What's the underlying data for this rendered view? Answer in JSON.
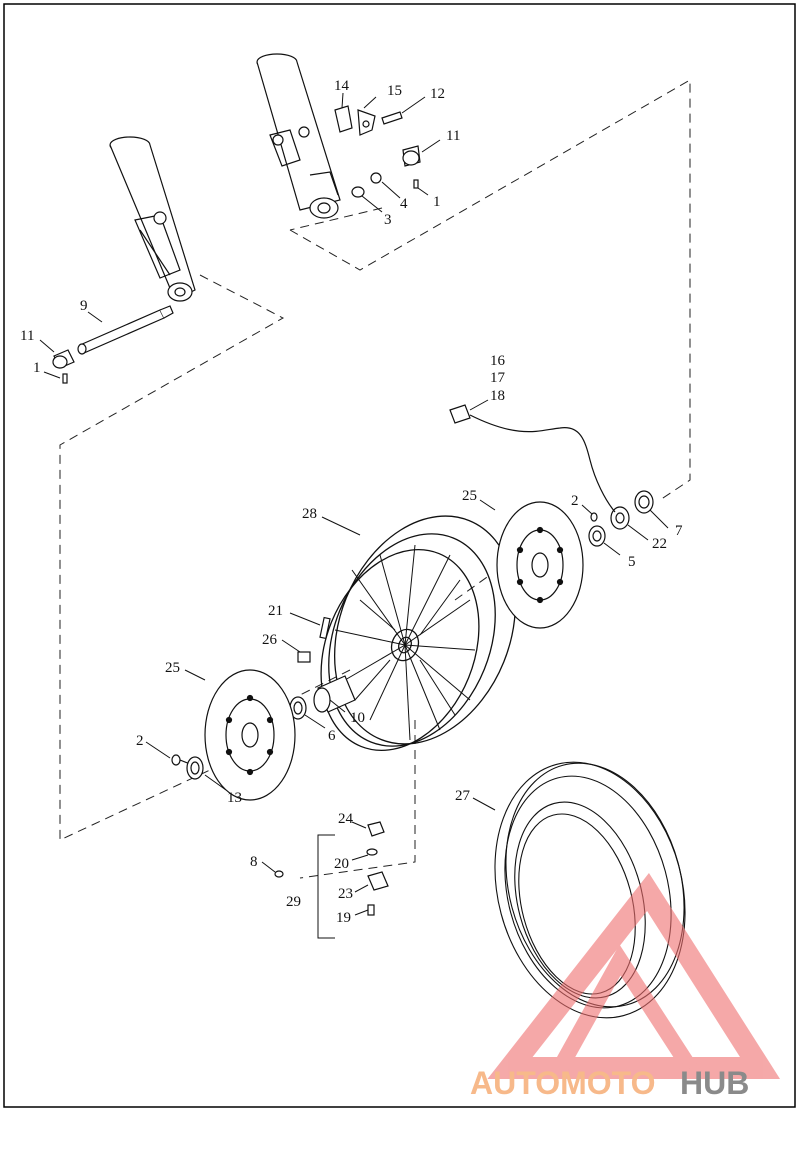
{
  "diagram": {
    "callouts": [
      {
        "id": "c14",
        "text": "14"
      },
      {
        "id": "c15",
        "text": "15"
      },
      {
        "id": "c12",
        "text": "12"
      },
      {
        "id": "c11a",
        "text": "11"
      },
      {
        "id": "c4",
        "text": "4"
      },
      {
        "id": "c1a",
        "text": "1"
      },
      {
        "id": "c3",
        "text": "3"
      },
      {
        "id": "c9",
        "text": "9"
      },
      {
        "id": "c11b",
        "text": "11"
      },
      {
        "id": "c1b",
        "text": "1"
      },
      {
        "id": "c16",
        "text": "16"
      },
      {
        "id": "c17",
        "text": "17"
      },
      {
        "id": "c18",
        "text": "18"
      },
      {
        "id": "c25a",
        "text": "25"
      },
      {
        "id": "c2a",
        "text": "2"
      },
      {
        "id": "c28",
        "text": "28"
      },
      {
        "id": "c7",
        "text": "7"
      },
      {
        "id": "c22",
        "text": "22"
      },
      {
        "id": "c5",
        "text": "5"
      },
      {
        "id": "c21",
        "text": "21"
      },
      {
        "id": "c26",
        "text": "26"
      },
      {
        "id": "c25b",
        "text": "25"
      },
      {
        "id": "c10",
        "text": "10"
      },
      {
        "id": "c6",
        "text": "6"
      },
      {
        "id": "c2b",
        "text": "2"
      },
      {
        "id": "c13",
        "text": "13"
      },
      {
        "id": "c27",
        "text": "27"
      },
      {
        "id": "c24",
        "text": "24"
      },
      {
        "id": "c8",
        "text": "8"
      },
      {
        "id": "c20",
        "text": "20"
      },
      {
        "id": "c29",
        "text": "29"
      },
      {
        "id": "c23",
        "text": "23"
      },
      {
        "id": "c19",
        "text": "19"
      }
    ]
  },
  "watermark": {
    "part1": "AUTOMOTO",
    "part2": "HUB",
    "color1": "#f7b98a",
    "color2": "#8a8a8a",
    "logo_color": "#ef6f6f"
  }
}
